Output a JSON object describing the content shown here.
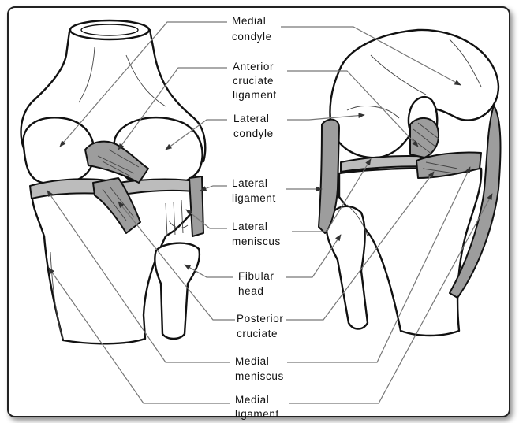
{
  "diagram": {
    "labels": {
      "medial_condyle": [
        "Medial",
        "condyle"
      ],
      "anterior_cruciate_ligament": [
        "Anterior",
        "cruciate",
        "ligament"
      ],
      "lateral_condyle": [
        "Lateral",
        "condyle"
      ],
      "lateral_ligament": [
        "Lateral",
        "ligament"
      ],
      "lateral_meniscus": [
        "Lateral",
        "meniscus"
      ],
      "fibular_head": [
        "Fibular",
        "head"
      ],
      "posterior_cruciate": [
        "Posterior",
        "cruciate"
      ],
      "medial_meniscus": [
        "Medial",
        "meniscus"
      ],
      "medial_ligament": [
        "Medial",
        "ligament"
      ]
    },
    "colors": {
      "ligament_fill": "#9d9d9d",
      "outline": "#111111",
      "leader_line": "#777777"
    }
  }
}
